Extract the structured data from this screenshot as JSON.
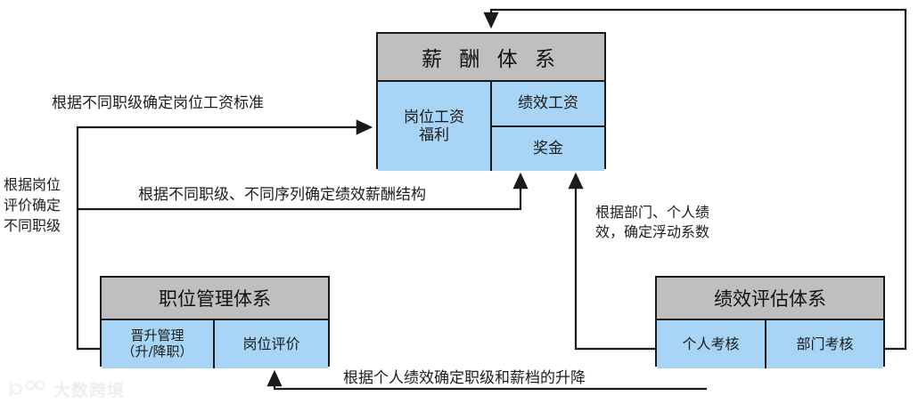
{
  "diagram": {
    "title_semantic": "salary-system-relationship-diagram",
    "colors": {
      "header_fill": "#bfbfbf",
      "cell_fill": "#a8d4f5",
      "stroke": "#1a1a1a"
    },
    "boxes": {
      "salary": {
        "header": "薪 酬 体 系",
        "left_cell": "岗位工资\n福利",
        "right_top": "绩效工资",
        "right_bottom": "奖金"
      },
      "position": {
        "header": "职位管理体系",
        "left_cell": "晋升管理\n（升/降职）",
        "right_cell": "岗位评价"
      },
      "performance": {
        "header": "绩效评估体系",
        "left_cell": "个人考核",
        "right_cell": "部门考核"
      }
    },
    "edge_labels": {
      "top": "根据不同职级确定岗位工资标准",
      "left": "根据岗位评价确定不同职级",
      "middle": "根据不同职级、不同序列确定绩效薪酬结构",
      "right": "根据部门、个人绩\n效，确定浮动系数",
      "bottom": "根据个人绩效确定职级和薪档的升降"
    }
  },
  "watermark": {
    "text": "大数跨境"
  }
}
